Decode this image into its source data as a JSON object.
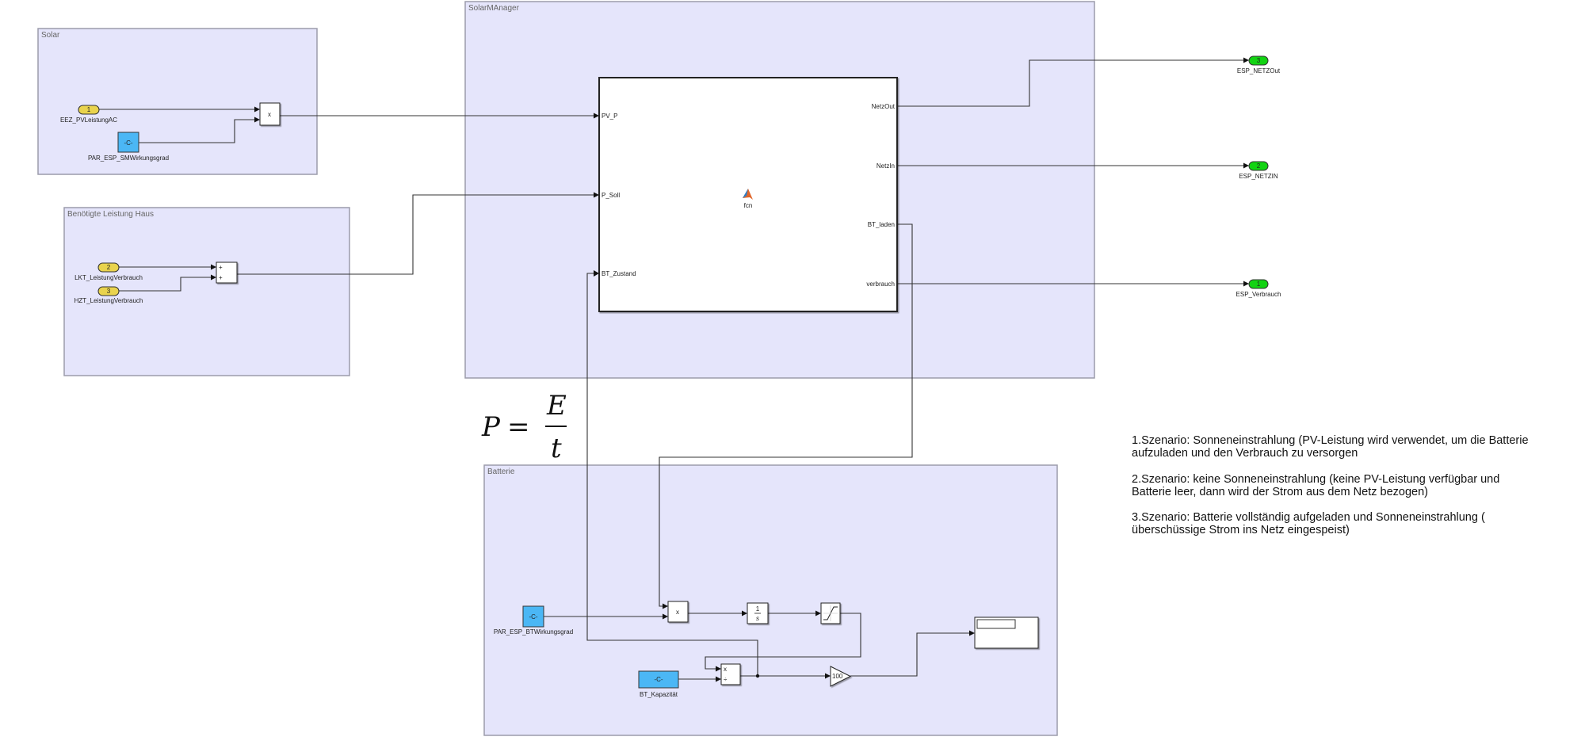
{
  "areas": {
    "solar": "Solar",
    "haus": "Benötigte Leistung Haus",
    "manager": "SolarMAnager",
    "batterie": "Batterie"
  },
  "solar": {
    "inport_num": "1",
    "inport_label": "EEZ_PVLeistungAC",
    "const_text": "-C-",
    "const_label": "PAR_ESP_SMWirkungsgrad",
    "product_text": "x"
  },
  "haus": {
    "inport2_num": "2",
    "inport2_label": "LKT_LeistungVerbrauch",
    "inport3_num": "3",
    "inport3_label": "HZT_LeistungVerbrauch",
    "sum_signs": [
      "+",
      "+"
    ]
  },
  "fcn": {
    "name": "fcn",
    "inputs": [
      "PV_P",
      "P_Soll",
      "BT_Zustand"
    ],
    "outputs": [
      "NetzOut",
      "NetzIn",
      "BT_laden",
      "verbrauch"
    ]
  },
  "outports": [
    {
      "num": "3",
      "label": "ESP_NETZOut"
    },
    {
      "num": "2",
      "label": "ESP_NETZIN"
    },
    {
      "num": "1",
      "label": "ESP_Verbrauch"
    }
  ],
  "formula": {
    "lhs": "P",
    "eq": "=",
    "num": "E",
    "den": "t"
  },
  "batterie": {
    "const1_text": "-C-",
    "const1_label": "PAR_ESP_BTWirkungsgrad",
    "product_text": "x",
    "integrator_num": "1",
    "integrator_den": "s",
    "divide_signs": [
      "x",
      "÷"
    ],
    "const2_text": "-C-",
    "const2_label": "BT_Kapazität",
    "gain_value": "100"
  },
  "notes": [
    [
      "1.Szenario: Sonneneinstrahlung (PV-Leistung wird verwendet, um  die Batterie",
      "aufzuladen und  den Verbrauch zu versorgen"
    ],
    [
      "2.Szenario: keine Sonneneinstrahlung (keine PV-Leistung verfügbar und",
      "Batterie leer, dann  wird der Strom aus dem Netz bezogen)"
    ],
    [
      "3.Szenario: Batterie vollständig aufgeladen und Sonneneinstrahlung (",
      "überschüssige Strom ins Netz eingespeist)"
    ]
  ]
}
